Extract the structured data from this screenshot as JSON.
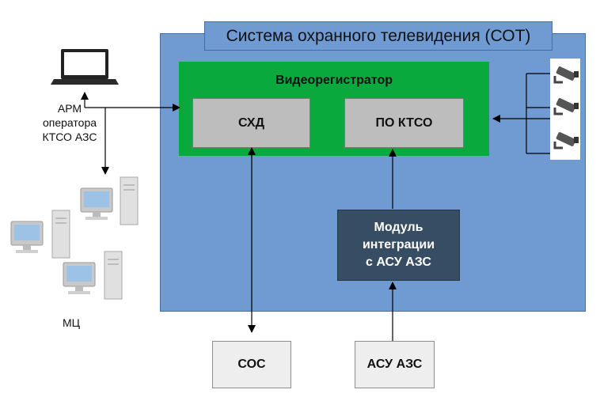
{
  "system": {
    "title": "Система охранного телевидения (СОТ)"
  },
  "recorder": {
    "title": "Видеорегистратор",
    "storage": "СХД",
    "software": "ПО КТСО"
  },
  "integration_module": {
    "lines": [
      "Модуль",
      "интеграции",
      "с АСУ АЗС"
    ]
  },
  "external": {
    "sos": "СОС",
    "asu": "АСУ АЗС"
  },
  "operator": {
    "lines": [
      "АРМ",
      "оператора",
      "КТСО АЗС"
    ]
  },
  "monitoring_center": {
    "label": "МЦ"
  },
  "icons": [
    "laptop-icon",
    "desktop-computer-icon",
    "cctv-camera-icon"
  ]
}
